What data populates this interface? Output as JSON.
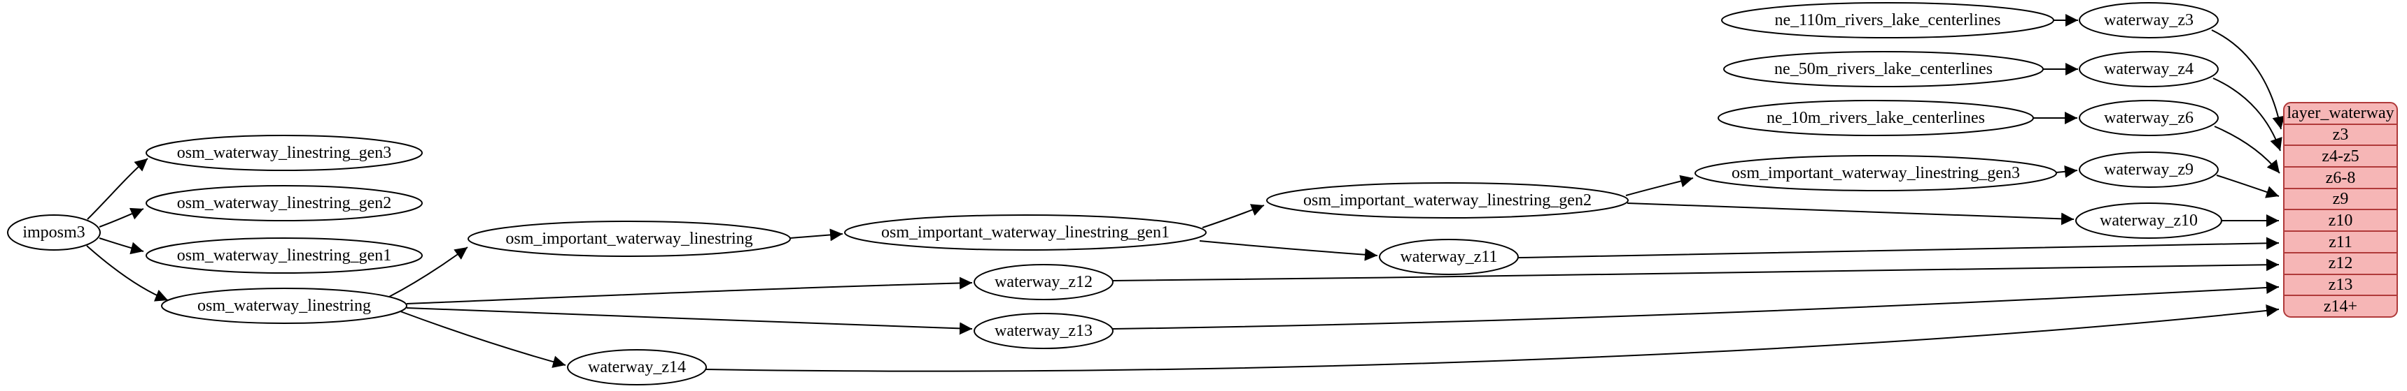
{
  "colors": {
    "node_fill": "#ffffff",
    "node_stroke": "#000000",
    "edge": "#000000",
    "table_fill": "#f6b6b6",
    "table_stroke": "#b03a3a"
  },
  "nodes": {
    "imposm3": "imposm3",
    "osm_waterway_linestring_gen3": "osm_waterway_linestring_gen3",
    "osm_waterway_linestring_gen2": "osm_waterway_linestring_gen2",
    "osm_waterway_linestring_gen1": "osm_waterway_linestring_gen1",
    "osm_waterway_linestring": "osm_waterway_linestring",
    "osm_important_waterway_linestring": "osm_important_waterway_linestring",
    "osm_important_waterway_linestring_gen1": "osm_important_waterway_linestring_gen1",
    "osm_important_waterway_linestring_gen2": "osm_important_waterway_linestring_gen2",
    "osm_important_waterway_linestring_gen3": "osm_important_waterway_linestring_gen3",
    "ne_110m_rivers_lake_centerlines": "ne_110m_rivers_lake_centerlines",
    "ne_50m_rivers_lake_centerlines": "ne_50m_rivers_lake_centerlines",
    "ne_10m_rivers_lake_centerlines": "ne_10m_rivers_lake_centerlines",
    "waterway_z3": "waterway_z3",
    "waterway_z4": "waterway_z4",
    "waterway_z6": "waterway_z6",
    "waterway_z9": "waterway_z9",
    "waterway_z10": "waterway_z10",
    "waterway_z11": "waterway_z11",
    "waterway_z12": "waterway_z12",
    "waterway_z13": "waterway_z13",
    "waterway_z14": "waterway_z14"
  },
  "table": {
    "header": "layer_waterway",
    "rows": [
      "z3",
      "z4-z5",
      "z6-8",
      "z9",
      "z10",
      "z11",
      "z12",
      "z13",
      "z14+"
    ]
  },
  "edges": [
    {
      "from": "imposm3",
      "to": "osm_waterway_linestring_gen3"
    },
    {
      "from": "imposm3",
      "to": "osm_waterway_linestring_gen2"
    },
    {
      "from": "imposm3",
      "to": "osm_waterway_linestring_gen1"
    },
    {
      "from": "imposm3",
      "to": "osm_waterway_linestring"
    },
    {
      "from": "osm_waterway_linestring",
      "to": "osm_important_waterway_linestring"
    },
    {
      "from": "osm_important_waterway_linestring",
      "to": "osm_important_waterway_linestring_gen1"
    },
    {
      "from": "osm_important_waterway_linestring_gen1",
      "to": "osm_important_waterway_linestring_gen2"
    },
    {
      "from": "osm_important_waterway_linestring_gen2",
      "to": "osm_important_waterway_linestring_gen3"
    },
    {
      "from": "osm_important_waterway_linestring_gen3",
      "to": "waterway_z9"
    },
    {
      "from": "osm_important_waterway_linestring_gen2",
      "to": "waterway_z10"
    },
    {
      "from": "osm_important_waterway_linestring_gen1",
      "to": "waterway_z11"
    },
    {
      "from": "osm_waterway_linestring",
      "to": "waterway_z12"
    },
    {
      "from": "osm_waterway_linestring",
      "to": "waterway_z13"
    },
    {
      "from": "osm_waterway_linestring",
      "to": "waterway_z14"
    },
    {
      "from": "ne_110m_rivers_lake_centerlines",
      "to": "waterway_z3"
    },
    {
      "from": "ne_50m_rivers_lake_centerlines",
      "to": "waterway_z4"
    },
    {
      "from": "ne_10m_rivers_lake_centerlines",
      "to": "waterway_z6"
    },
    {
      "from": "waterway_z3",
      "to": "layer_waterway.z3"
    },
    {
      "from": "waterway_z4",
      "to": "layer_waterway.z4-z5"
    },
    {
      "from": "waterway_z6",
      "to": "layer_waterway.z6-8"
    },
    {
      "from": "waterway_z9",
      "to": "layer_waterway.z9"
    },
    {
      "from": "waterway_z10",
      "to": "layer_waterway.z10"
    },
    {
      "from": "waterway_z11",
      "to": "layer_waterway.z11"
    },
    {
      "from": "waterway_z12",
      "to": "layer_waterway.z12"
    },
    {
      "from": "waterway_z13",
      "to": "layer_waterway.z13"
    },
    {
      "from": "waterway_z14",
      "to": "layer_waterway.z14+"
    }
  ]
}
